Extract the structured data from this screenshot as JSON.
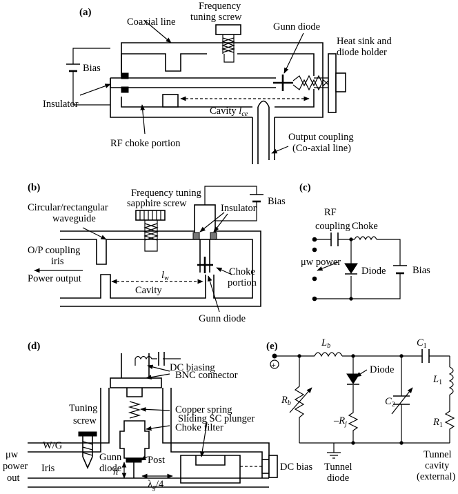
{
  "panels": {
    "a": {
      "tag": "(a)",
      "coaxial_line": "Coaxial line",
      "freq_screw_l1": "Frequency",
      "freq_screw_l2": "tuning screw",
      "gunn_diode": "Gunn diode",
      "heat_sink_l1": "Heat sink and",
      "heat_sink_l2": "diode holder",
      "bias": "Bias",
      "insulator": "Insulator",
      "cavity": "Cavity",
      "cavity_sym": "l",
      "cavity_sub": "ce",
      "rf_choke": "RF choke portion",
      "output_l1": "Output coupling",
      "output_l2": "(Co-axial line)"
    },
    "b": {
      "tag": "(b)",
      "freq_l1": "Frequency tuning",
      "freq_l2": "sapphire screw",
      "bias": "Bias",
      "waveguide_l1": "Circular/rectangular",
      "waveguide_l2": "waveguide",
      "insulator": "Insulator",
      "op_l1": "O/P coupling",
      "op_l2": "iris",
      "lw_sym": "l",
      "lw_sub": "w",
      "power_output": "Power output",
      "cavity": "Cavity",
      "choke_l1": "Choke",
      "choke_l2": "portion",
      "gunn_diode": "Gunn diode"
    },
    "c": {
      "tag": "(c)",
      "rf_l1": "RF",
      "rf_l2": "coupling",
      "choke": "Choke",
      "uw_power": "μw power",
      "diode": "Diode",
      "bias": "Bias"
    },
    "d": {
      "tag": "(d)",
      "dc_biasing": "DC biasing",
      "bnc": "BNC connector",
      "copper_spring": "Copper spring",
      "tuning_l1": "Tuning",
      "tuning_l2": "screw",
      "choke_filter": "Choke filter",
      "sliding": "Sliding SC plunger",
      "wg": "W/G",
      "gunn_l1": "Gunn",
      "gunn_l2": "diode",
      "post": "Post",
      "uw_l1": "μw",
      "uw_l2": "power",
      "uw_l3": "out",
      "iris": "Iris",
      "h": "h",
      "lambda": "λ",
      "lambda_sub": "g",
      "lambda_tail": "/4",
      "dc_bias": "DC bias"
    },
    "e": {
      "tag": "(e)",
      "plus": "+",
      "lb": "L",
      "lb_sub": "b",
      "c1": "C",
      "c1_sub": "1",
      "diode": "Diode",
      "l1": "L",
      "l1_sub": "1",
      "rb": "R",
      "rb_sub": "b",
      "c2": "C",
      "c2_sub": "2",
      "rj_pre": "–R",
      "rj_sub": "j",
      "r1": "R",
      "r1_sub": "1",
      "tunnel_diode_l1": "Tunnel",
      "tunnel_diode_l2": "diode",
      "tunnel_cavity_l1": "Tunnel",
      "tunnel_cavity_l2": "cavity",
      "tunnel_cavity_l3": "(external)"
    }
  }
}
